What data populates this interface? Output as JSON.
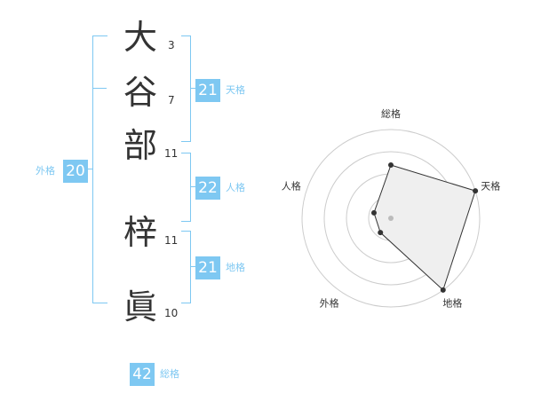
{
  "name": {
    "chars": [
      {
        "char": "大",
        "strokes": "3"
      },
      {
        "char": "谷",
        "strokes": "7"
      },
      {
        "char": "部",
        "strokes": "11"
      },
      {
        "char": "梓",
        "strokes": "11"
      },
      {
        "char": "眞",
        "strokes": "10"
      }
    ]
  },
  "fortunes": {
    "tenkaku": {
      "value": "21",
      "label": "天格"
    },
    "jinkaku": {
      "value": "22",
      "label": "人格"
    },
    "chikaku": {
      "value": "21",
      "label": "地格"
    },
    "gaikaku": {
      "value": "20",
      "label": "外格"
    },
    "soukaku": {
      "value": "42",
      "label": "総格"
    }
  },
  "colors": {
    "accent": "#7ec8f2",
    "radar_fill": "#efefef",
    "radar_line": "#333333"
  },
  "chart_data": {
    "type": "radar",
    "axes": [
      "総格",
      "天格",
      "地格",
      "外格",
      "人格"
    ],
    "values": [
      3,
      5,
      5,
      1,
      1
    ],
    "max": 5,
    "rings": 4
  }
}
